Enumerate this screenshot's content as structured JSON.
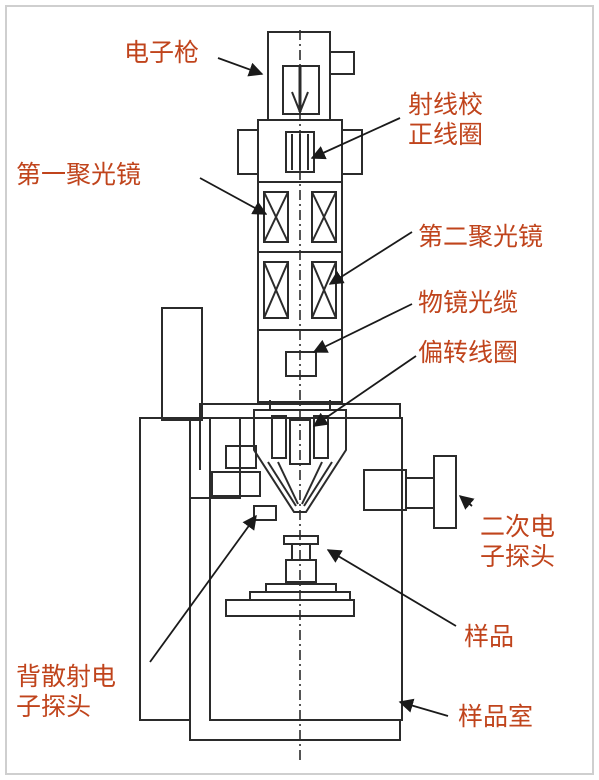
{
  "colors": {
    "label": "#c0441c",
    "stroke": "#2b2b2b",
    "background": "#ffffff"
  },
  "labels": {
    "electron_gun": "电子枪",
    "beam_alignment_coil": [
      "射线校",
      "正线圈"
    ],
    "first_condenser": "第一聚光镜",
    "second_condenser": "第二聚光镜",
    "objective_lens": "物镜光缆",
    "deflection_coil": "偏转线圈",
    "secondary_detector": [
      "二次电",
      "子探头"
    ],
    "sample": "样品",
    "backscatter_detector": [
      "背散射电",
      "子探头"
    ],
    "sample_chamber": "样品室"
  }
}
